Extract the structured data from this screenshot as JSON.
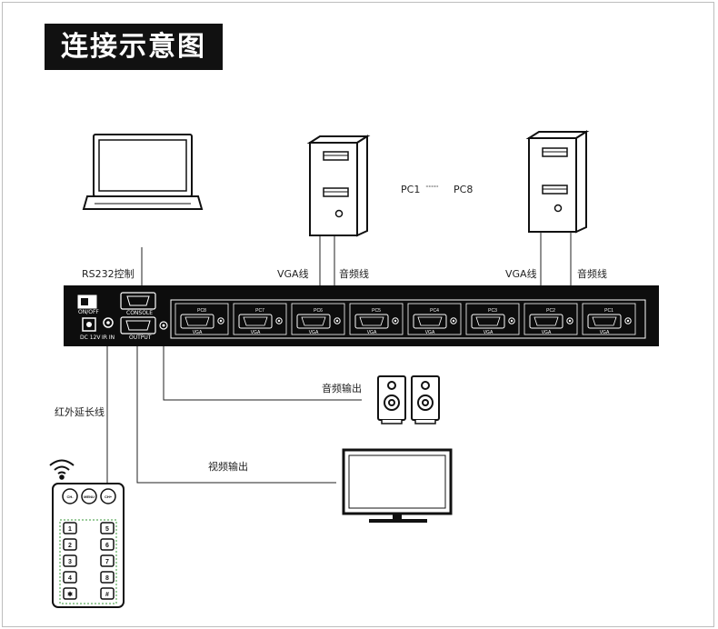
{
  "title": "连接示意图",
  "labels": {
    "rs232": "RS232控制",
    "vga_left": "VGA线",
    "audio_left": "音频线",
    "vga_right": "VGA线",
    "audio_right": "音频线",
    "pc_range_start": "PC1",
    "pc_range_dots": "·········",
    "pc_range_end": "PC8",
    "audio_out": "音频输出",
    "video_out": "视频输出",
    "ir_ext": "红外延长线"
  },
  "device": {
    "on_off": "ON/OFF",
    "console": "CONSOLE",
    "output": "OUTPUT",
    "dc12v": "DC 12V",
    "ir_in": "IR IN",
    "ports": [
      {
        "pc": "PC8",
        "vga": "VGA"
      },
      {
        "pc": "PC7",
        "vga": "VGA"
      },
      {
        "pc": "PC6",
        "vga": "VGA"
      },
      {
        "pc": "PC5",
        "vga": "VGA"
      },
      {
        "pc": "PC4",
        "vga": "VGA"
      },
      {
        "pc": "PC3",
        "vga": "VGA"
      },
      {
        "pc": "PC2",
        "vga": "VGA"
      },
      {
        "pc": "PC1",
        "vga": "VGA"
      }
    ]
  },
  "remote": {
    "top_buttons": [
      "CH-",
      "MENU",
      "CH+"
    ],
    "keys_left": [
      "1",
      "2",
      "3",
      "4",
      "✱"
    ],
    "keys_right": [
      "5",
      "6",
      "7",
      "8",
      "#"
    ]
  }
}
